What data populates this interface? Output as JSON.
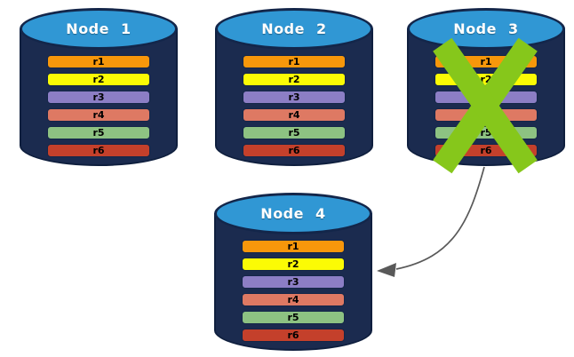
{
  "nodes": [
    {
      "label": "Node 1",
      "status": "active",
      "rows": [
        "r1",
        "r2",
        "r3",
        "r4",
        "r5",
        "r6"
      ]
    },
    {
      "label": "Node 2",
      "status": "active",
      "rows": [
        "r1",
        "r2",
        "r3",
        "r4",
        "r5",
        "r6"
      ]
    },
    {
      "label": "Node 3",
      "status": "failed",
      "rows": [
        "r1",
        "r2",
        "r3",
        "r4",
        "r5",
        "r6"
      ]
    },
    {
      "label": "Node 4",
      "status": "active",
      "rows": [
        "r1",
        "r2",
        "r3",
        "r4",
        "r5",
        "r6"
      ]
    }
  ],
  "row_colors": [
    "#F7970B",
    "#FBFB05",
    "#8C7EC5",
    "#DE7963",
    "#8DC282",
    "#C4402B"
  ],
  "colors": {
    "cylinder_body": "#1B2B4F",
    "cylinder_top": "#3097D4",
    "title_text": "#FFFFFF",
    "row_text": "#000000",
    "fail_x": "#86C71B",
    "arrow": "#595959"
  },
  "arrow": {
    "from": "Node 3",
    "to": "Node 4"
  }
}
